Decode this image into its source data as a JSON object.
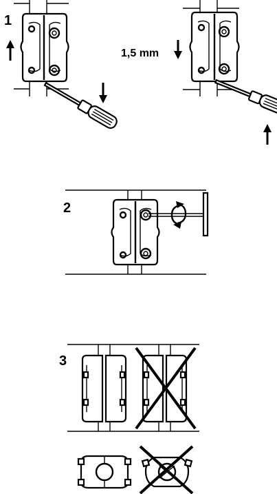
{
  "steps": {
    "step1": {
      "number": "1",
      "dimension": "1,5 mm"
    },
    "step2": {
      "number": "2"
    },
    "step3": {
      "number": "3"
    }
  },
  "icons": {
    "arrow_up": "arrow-up-icon",
    "arrow_down": "arrow-down-icon",
    "rotate": "rotate-arrow-icon",
    "cross": "cross-mark-icon"
  }
}
